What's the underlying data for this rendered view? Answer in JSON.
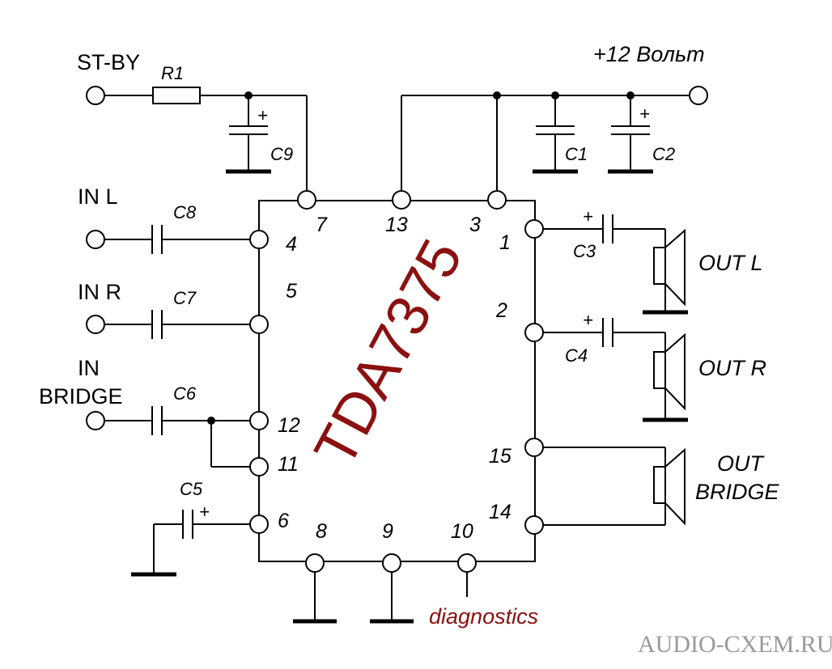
{
  "chip": {
    "name": "TDA7375"
  },
  "supply": {
    "label": "+12 Вольт"
  },
  "inputs": {
    "standby": "ST-BY",
    "in_left": "IN L",
    "in_right": "IN R",
    "in_bridge_line1": "IN",
    "in_bridge_line2": "BRIDGE"
  },
  "outputs": {
    "out_left": "OUT L",
    "out_right": "OUT R",
    "out_bridge_line1": "OUT",
    "out_bridge_line2": "BRIDGE"
  },
  "components": {
    "r1": "R1",
    "c1": "C1",
    "c2": "C2",
    "c3": "C3",
    "c4": "C4",
    "c5": "C5",
    "c6": "C6",
    "c7": "C7",
    "c8": "C8",
    "c9": "C9",
    "plus": "+"
  },
  "pins": {
    "p1": "1",
    "p2": "2",
    "p3": "3",
    "p4": "4",
    "p5": "5",
    "p6": "6",
    "p7": "7",
    "p8": "8",
    "p9": "9",
    "p10": "10",
    "p11": "11",
    "p12": "12",
    "p13": "13",
    "p14": "14",
    "p15": "15"
  },
  "diagnostics": "diagnostics",
  "watermark": "AUDIO-CXEM.RU",
  "colors": {
    "chip_label": "#8b1010",
    "watermark": "#9a9a9a",
    "wire": "#000000"
  }
}
